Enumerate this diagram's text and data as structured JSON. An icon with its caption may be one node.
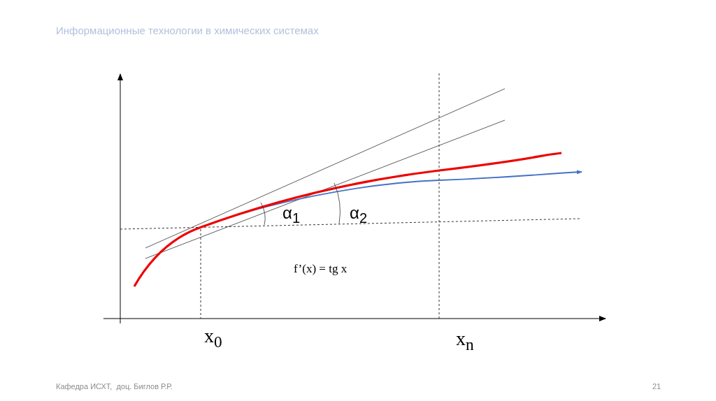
{
  "diagram": {
    "title": "Информационные технологии в химических системах",
    "labels": [
      "α$_{1}$",
      "α$_{2}$",
      "f’(x) = tg x",
      "x$_{0}$",
      "x$_{n}$",
      "Кафедра ИСХТ,  доц. Биглов Р.Р.",
      "21"
    ]
  }
}
